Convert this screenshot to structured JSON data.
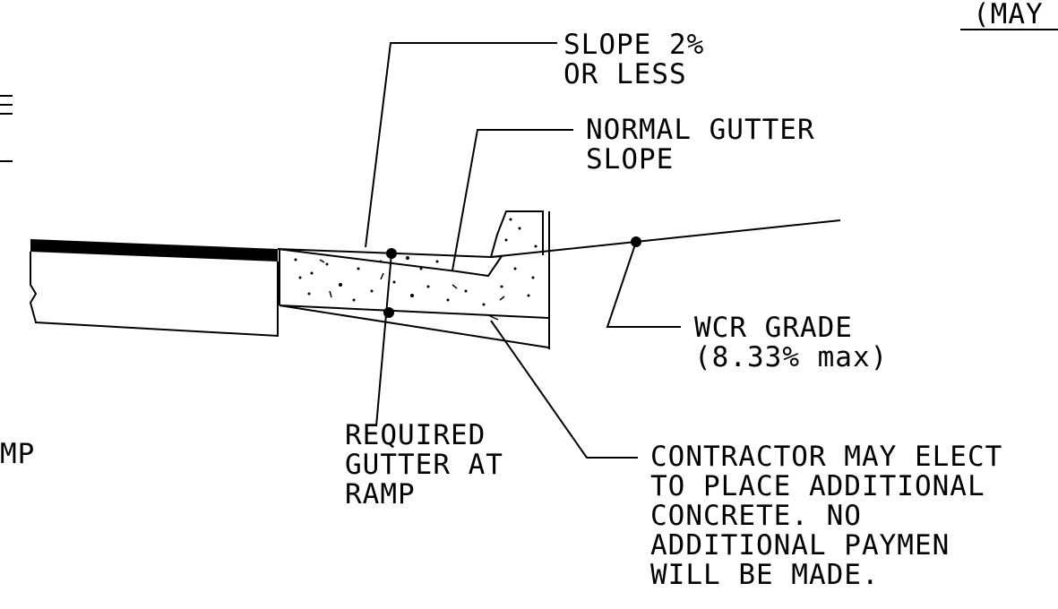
{
  "title_fragment": "(MAY",
  "left_fragment": "MP",
  "labels": {
    "slope": [
      "SLOPE 2%",
      "OR LESS"
    ],
    "normal_gutter": [
      "NORMAL GUTTER",
      "SLOPE"
    ],
    "wcr_grade": [
      "WCR GRADE",
      "(8.33% max)"
    ],
    "required_gutter": [
      "REQUIRED",
      "GUTTER AT",
      "RAMP"
    ],
    "contractor_note": [
      "CONTRACTOR MAY ELECT",
      "TO PLACE ADDITIONAL",
      "CONCRETE. NO",
      "ADDITIONAL PAYMEN",
      "WILL BE MADE."
    ]
  },
  "colors": {
    "ink": "#000000",
    "paper": "#ffffff"
  }
}
